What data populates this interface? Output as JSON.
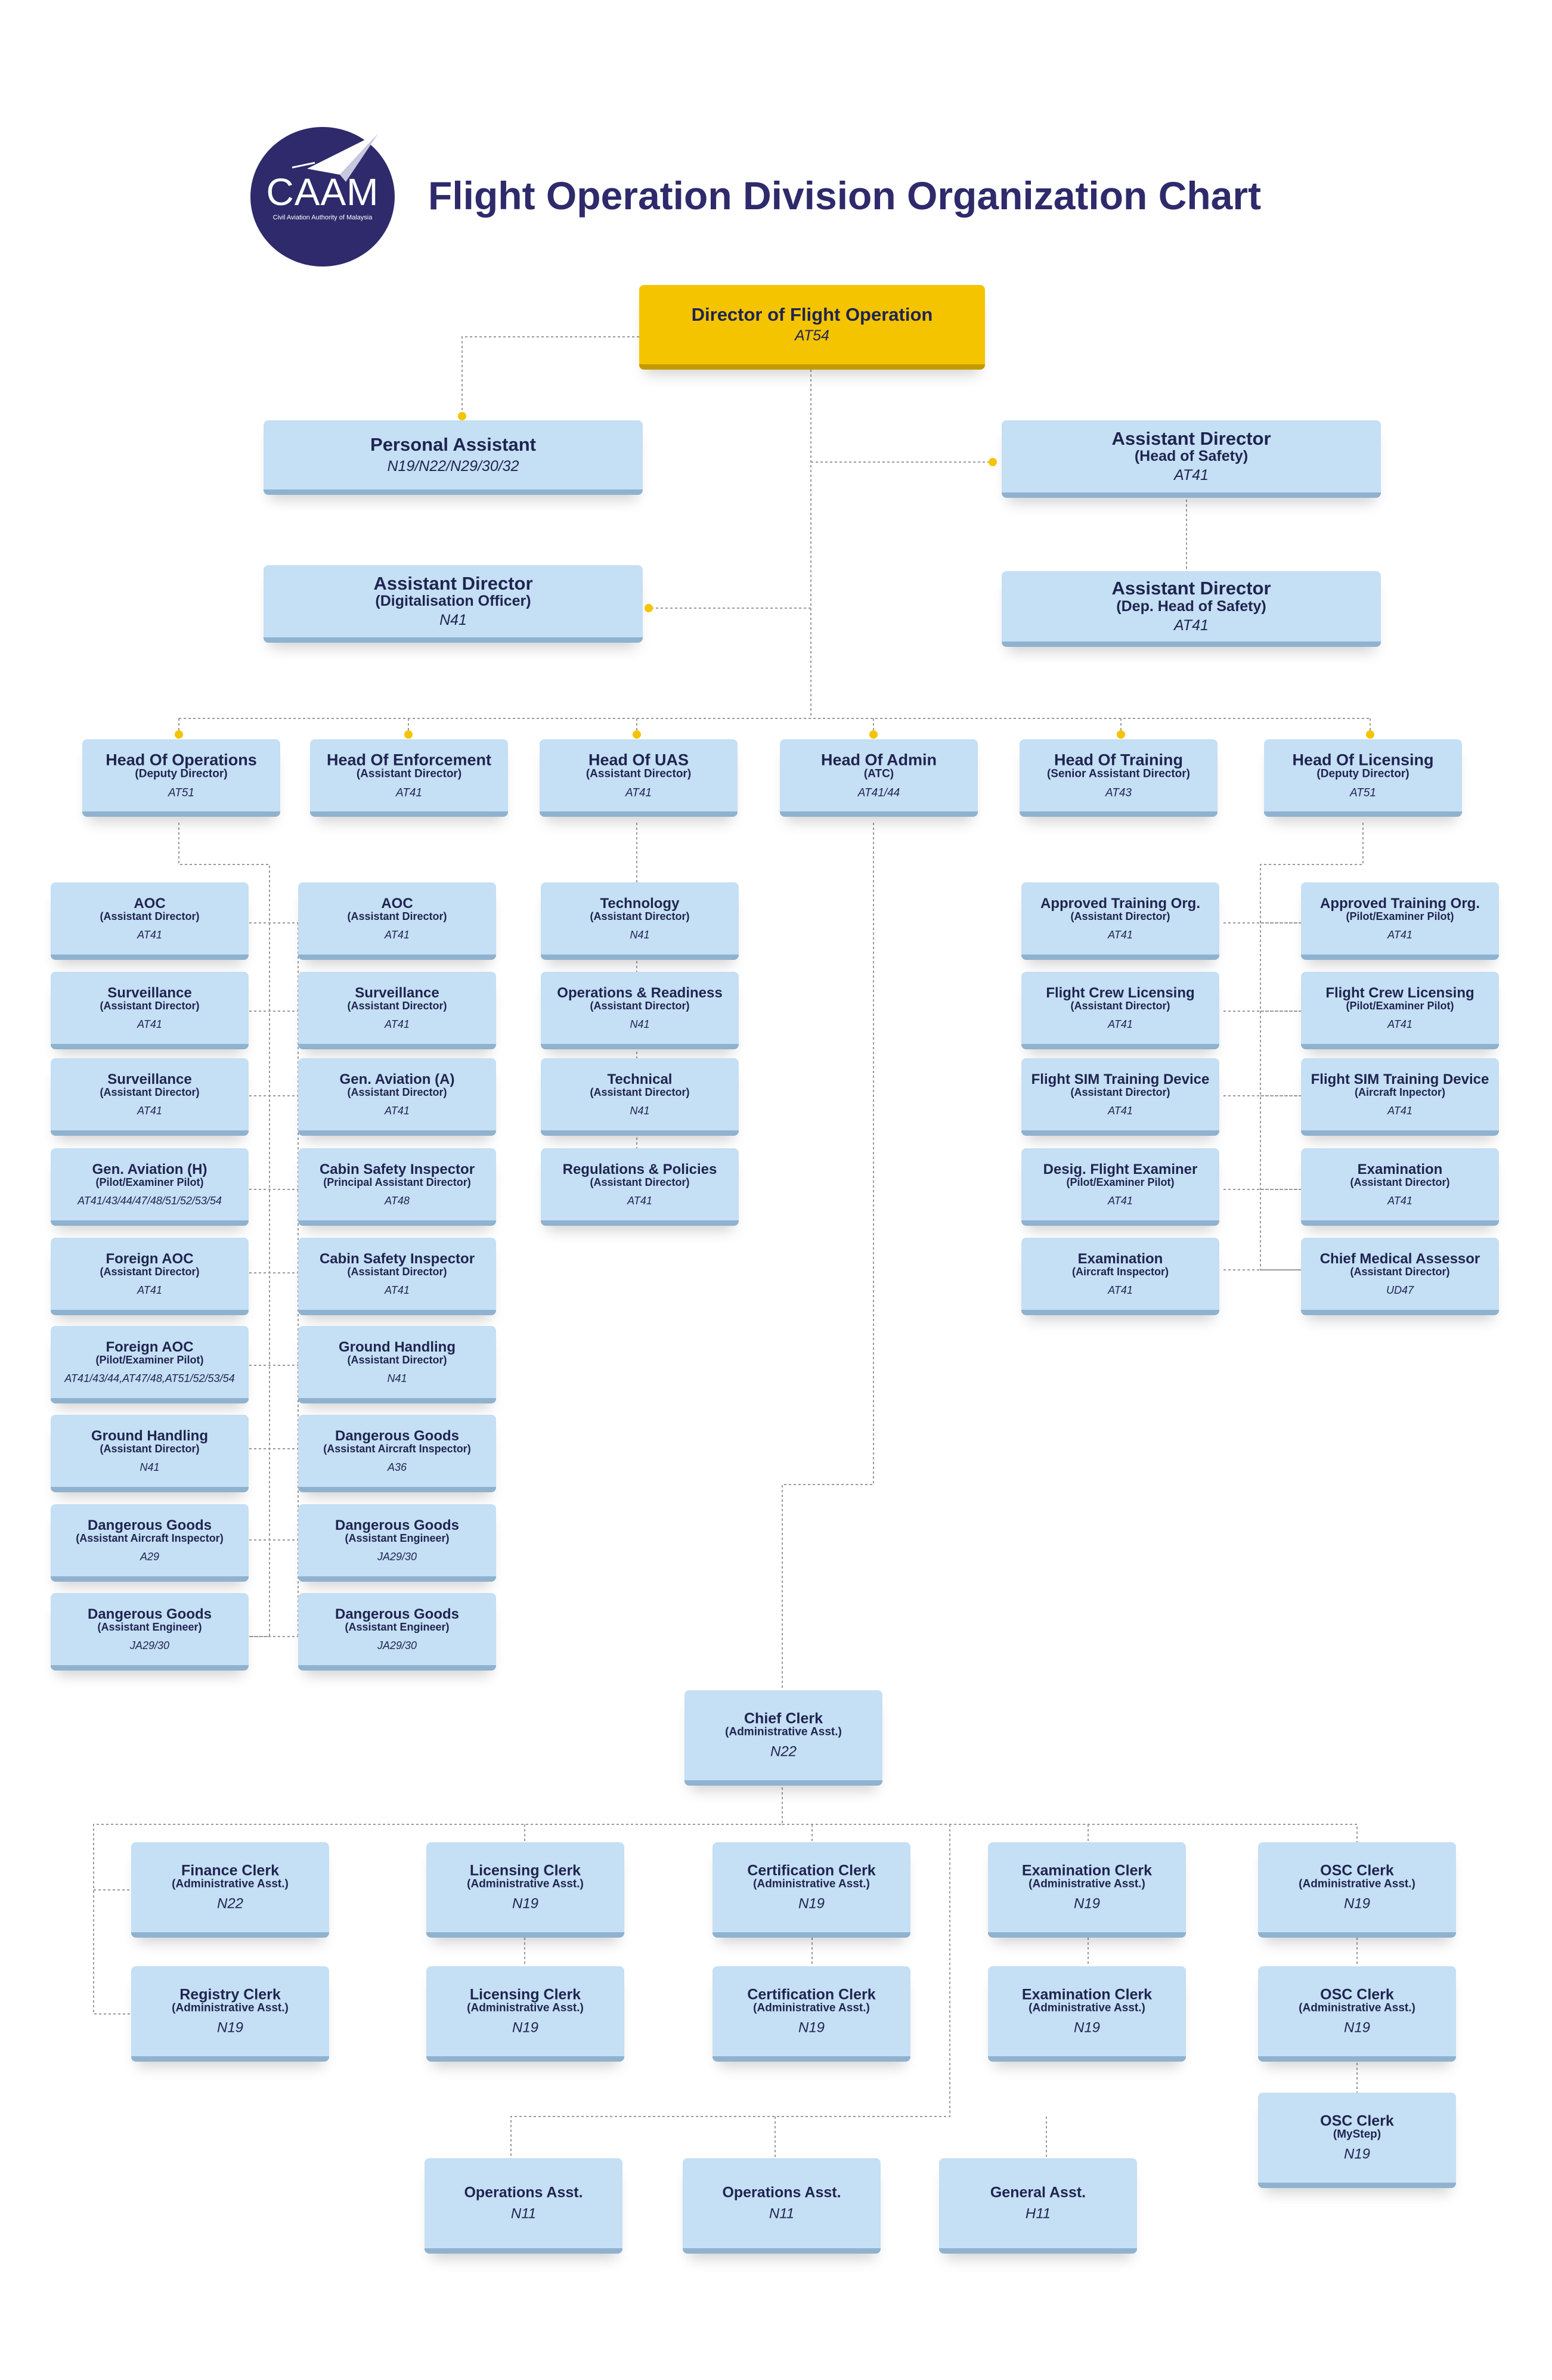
{
  "header": {
    "logo_text": "CAAM",
    "logo_subtext": "Civil Aviation Authority of Malaysia",
    "title": "Flight Operation Division Organization Chart"
  },
  "colors": {
    "title": "#2e2a6b",
    "box": "#c5dff4",
    "box_edge": "#8fb2cf",
    "director": "#f5c400",
    "connector_dot": "#f5c400"
  },
  "director": {
    "title": "Director of Flight Operation",
    "grade": "AT54"
  },
  "staff": {
    "pa": {
      "title": "Personal Assistant",
      "grade": "N19/N22/N29/30/32"
    },
    "ad_digital": {
      "title": "Assistant Director",
      "sub": "(Digitalisation Officer)",
      "grade": "N41"
    },
    "ad_safety": {
      "title": "Assistant Director",
      "sub": "(Head of Safety)",
      "grade": "AT41"
    },
    "ad_dep_safety": {
      "title": "Assistant Director",
      "sub": "(Dep. Head of Safety)",
      "grade": "AT41"
    }
  },
  "heads": [
    {
      "title": "Head Of Operations",
      "sub": "(Deputy Director)",
      "grade": "AT51"
    },
    {
      "title": "Head Of Enforcement",
      "sub": "(Assistant Director)",
      "grade": "AT41"
    },
    {
      "title": "Head Of UAS",
      "sub": "(Assistant Director)",
      "grade": "AT41"
    },
    {
      "title": "Head Of Admin",
      "sub": "(ATC)",
      "grade": "AT41/44"
    },
    {
      "title": "Head Of Training",
      "sub": "(Senior Assistant Director)",
      "grade": "AT43"
    },
    {
      "title": "Head Of Licensing",
      "sub": "(Deputy Director)",
      "grade": "AT51"
    }
  ],
  "operations": [
    {
      "title": "AOC",
      "sub": "(Assistant Director)",
      "grade": "AT41"
    },
    {
      "title": "Surveillance",
      "sub": "(Assistant Director)",
      "grade": "AT41"
    },
    {
      "title": "Surveillance",
      "sub": "(Assistant Director)",
      "grade": "AT41"
    },
    {
      "title": "Gen. Aviation (H)",
      "sub": "(Pilot/Examiner Pilot)",
      "grade": "AT41/43/44/47/48/51/52/53/54"
    },
    {
      "title": "Foreign AOC",
      "sub": "(Assistant Director)",
      "grade": "AT41"
    },
    {
      "title": "Foreign AOC",
      "sub": "(Pilot/Examiner Pilot)",
      "grade": "AT41/43/44,AT47/48,AT51/52/53/54"
    },
    {
      "title": "Ground Handling",
      "sub": "(Assistant Director)",
      "grade": "N41"
    },
    {
      "title": "Dangerous Goods",
      "sub": "(Assistant Aircraft Inspector)",
      "grade": "A29"
    },
    {
      "title": "Dangerous Goods",
      "sub": "(Assistant Engineer)",
      "grade": "JA29/30"
    }
  ],
  "enforcement": [
    {
      "title": "AOC",
      "sub": "(Assistant Director)",
      "grade": "AT41"
    },
    {
      "title": "Surveillance",
      "sub": "(Assistant Director)",
      "grade": "AT41"
    },
    {
      "title": "Gen. Aviation (A)",
      "sub": "(Assistant Director)",
      "grade": "AT41"
    },
    {
      "title": "Cabin Safety Inspector",
      "sub": "(Principal Assistant Director)",
      "grade": "AT48"
    },
    {
      "title": "Cabin Safety Inspector",
      "sub": "(Assistant Director)",
      "grade": "AT41"
    },
    {
      "title": "Ground Handling",
      "sub": "(Assistant Director)",
      "grade": "N41"
    },
    {
      "title": "Dangerous Goods",
      "sub": "(Assistant Aircraft Inspector)",
      "grade": "A36"
    },
    {
      "title": "Dangerous Goods",
      "sub": "(Assistant Engineer)",
      "grade": "JA29/30"
    },
    {
      "title": "Dangerous Goods",
      "sub": "(Assistant Engineer)",
      "grade": "JA29/30"
    }
  ],
  "uas": [
    {
      "title": "Technology",
      "sub": "(Assistant Director)",
      "grade": "N41"
    },
    {
      "title": "Operations & Readiness",
      "sub": "(Assistant Director)",
      "grade": "N41"
    },
    {
      "title": "Technical",
      "sub": "(Assistant Director)",
      "grade": "N41"
    },
    {
      "title": "Regulations & Policies",
      "sub": "(Assistant Director)",
      "grade": "AT41"
    }
  ],
  "training": [
    {
      "title": "Approved Training Org.",
      "sub": "(Assistant Director)",
      "grade": "AT41"
    },
    {
      "title": "Flight Crew Licensing",
      "sub": "(Assistant Director)",
      "grade": "AT41"
    },
    {
      "title": "Flight SIM Training Device",
      "sub": "(Assistant Director)",
      "grade": "AT41"
    },
    {
      "title": "Desig. Flight Examiner",
      "sub": "(Pilot/Examiner Pilot)",
      "grade": "AT41"
    },
    {
      "title": "Examination",
      "sub": "(Aircraft Inspector)",
      "grade": "AT41"
    }
  ],
  "licensing": [
    {
      "title": "Approved Training Org.",
      "sub": "(Pilot/Examiner Pilot)",
      "grade": "AT41"
    },
    {
      "title": "Flight Crew Licensing",
      "sub": "(Pilot/Examiner Pilot)",
      "grade": "AT41"
    },
    {
      "title": "Flight SIM Training Device",
      "sub": "(Aircraft Inpector)",
      "grade": "AT41"
    },
    {
      "title": "Examination",
      "sub": "(Assistant Director)",
      "grade": "AT41"
    },
    {
      "title": "Chief Medical Assessor",
      "sub": "(Assistant Director)",
      "grade": "UD47"
    }
  ],
  "admin": {
    "chief_clerk": {
      "title": "Chief Clerk",
      "sub": "(Administrative Asst.)",
      "grade": "N22"
    },
    "clerks": [
      {
        "title": "Finance Clerk",
        "sub": "(Administrative Asst.)",
        "grade": "N22"
      },
      {
        "title": "Registry Clerk",
        "sub": "(Administrative Asst.)",
        "grade": "N19"
      },
      {
        "title": "Licensing Clerk",
        "sub": "(Administrative Asst.)",
        "grade": "N19"
      },
      {
        "title": "Licensing Clerk",
        "sub": "(Administrative Asst.)",
        "grade": "N19"
      },
      {
        "title": "Certification Clerk",
        "sub": "(Administrative Asst.)",
        "grade": "N19"
      },
      {
        "title": "Certification Clerk",
        "sub": "(Administrative Asst.)",
        "grade": "N19"
      },
      {
        "title": "Examination Clerk",
        "sub": "(Administrative Asst.)",
        "grade": "N19"
      },
      {
        "title": "Examination Clerk",
        "sub": "(Administrative Asst.)",
        "grade": "N19"
      },
      {
        "title": "OSC Clerk",
        "sub": "(Administrative Asst.)",
        "grade": "N19"
      },
      {
        "title": "OSC Clerk",
        "sub": "(Administrative Asst.)",
        "grade": "N19"
      },
      {
        "title": "OSC Clerk",
        "sub": "(MyStep)",
        "grade": "N19"
      }
    ],
    "assistants": [
      {
        "title": "Operations Asst.",
        "grade": "N11"
      },
      {
        "title": "Operations Asst.",
        "grade": "N11"
      },
      {
        "title": "General Asst.",
        "grade": "H11"
      }
    ]
  }
}
